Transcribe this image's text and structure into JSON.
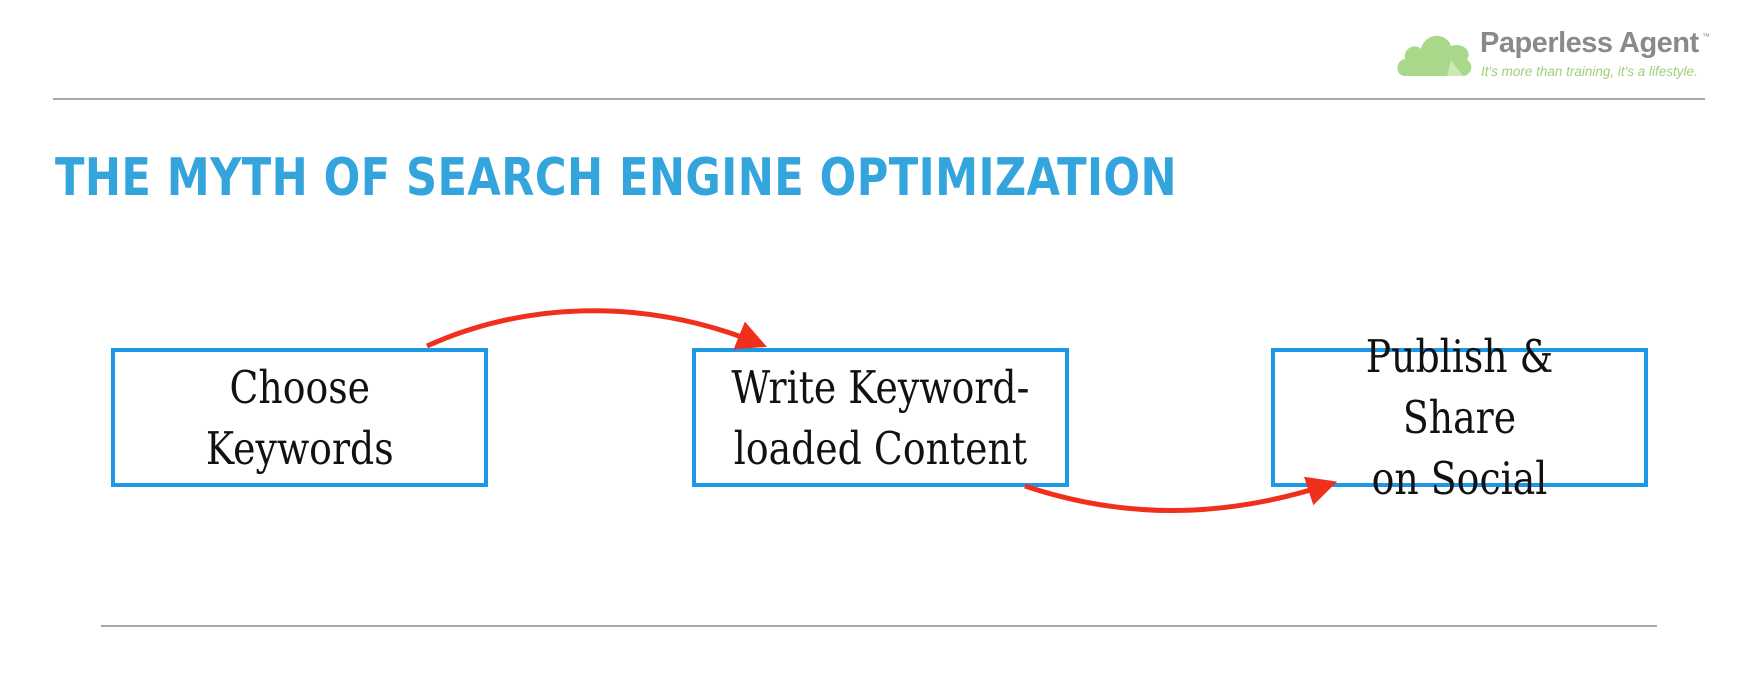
{
  "logo": {
    "name": "Paperless Agent",
    "trademark": "™",
    "tagline": "It's more than training, it's a lifestyle.",
    "cloud_color": "#a9d88b"
  },
  "slide": {
    "title": "THE MYTH OF SEARCH ENGINE OPTIMIZATION"
  },
  "diagram": {
    "steps": [
      {
        "label": "Choose\nKeywords"
      },
      {
        "label": "Write Keyword-\nloaded Content"
      },
      {
        "label": "Publish & Share\non Social"
      }
    ],
    "connections": [
      {
        "from": 0,
        "to": 1
      },
      {
        "from": 1,
        "to": 2
      }
    ]
  },
  "colors": {
    "title": "#34a4dc",
    "box_border": "#1d98e6",
    "arrow": "#f0301d",
    "rule": "#a8a8a8"
  }
}
